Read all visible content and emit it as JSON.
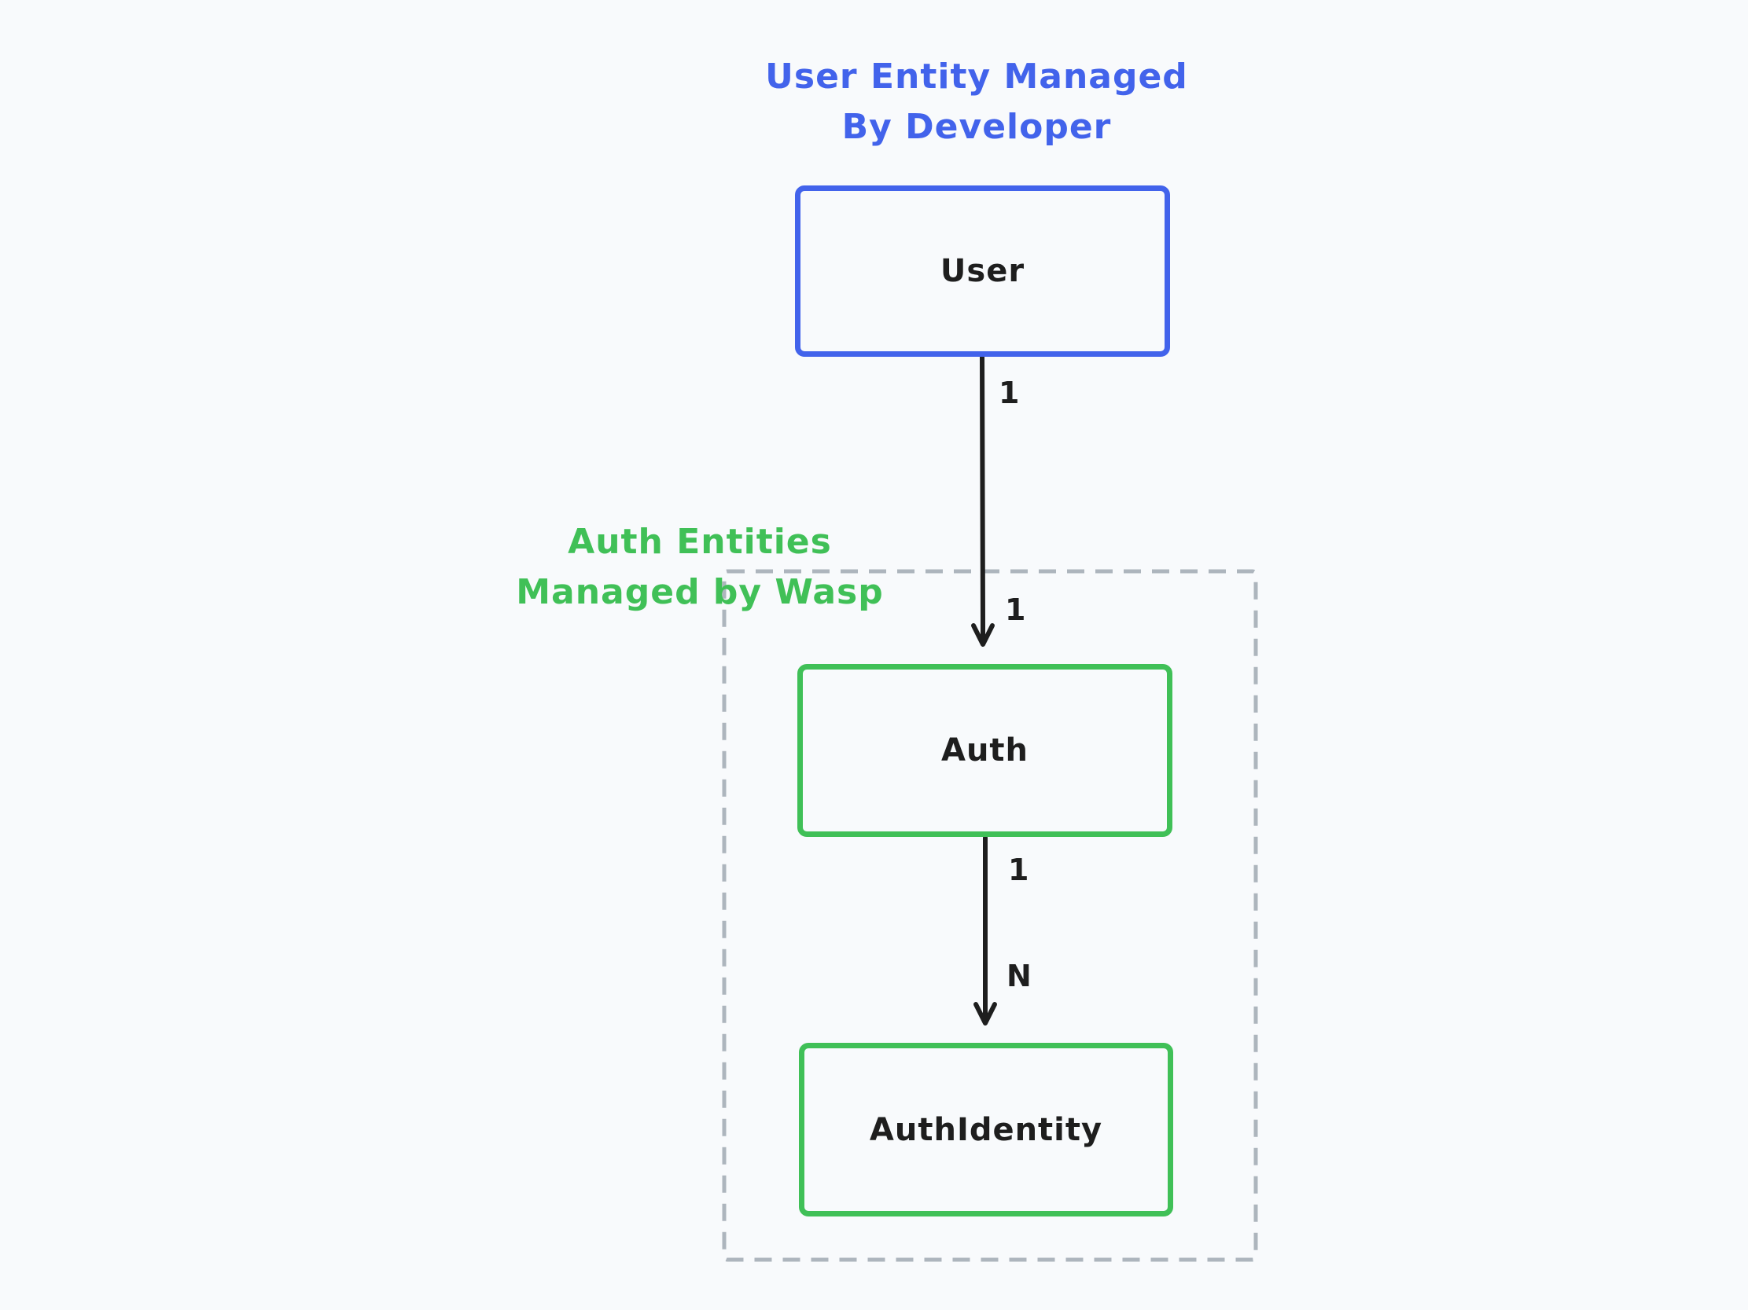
{
  "colors": {
    "background": "#f8fafc",
    "developer_accent": "#4263eb",
    "wasp_accent": "#40c057",
    "connector": "#1e1e1e",
    "group_border": "#adb5bd"
  },
  "captions": {
    "developer": [
      "User Entity Managed",
      "By Developer"
    ],
    "wasp": [
      "Auth Entities",
      "Managed by Wasp"
    ]
  },
  "entities": {
    "user": "User",
    "auth": "Auth",
    "auth_identity": "AuthIdentity"
  },
  "relations": [
    {
      "from": "User",
      "to": "Auth",
      "from_cardinality": "1",
      "to_cardinality": "1"
    },
    {
      "from": "Auth",
      "to": "AuthIdentity",
      "from_cardinality": "1",
      "to_cardinality": "N"
    }
  ]
}
